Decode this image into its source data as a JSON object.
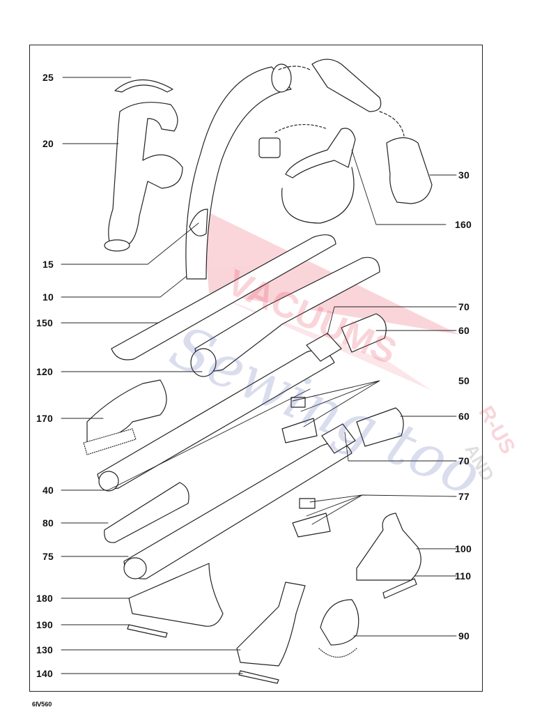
{
  "diagram": {
    "footer_code": "6Ⅳ560",
    "watermark": {
      "line1": "VACUUMS",
      "line2": "Sewing too",
      "line3": "R-US",
      "line4": "AND",
      "color_red": "#e8455a",
      "color_blue": "#4a5aa8"
    },
    "part_labels": [
      {
        "id": "25",
        "text": "25"
      },
      {
        "id": "20",
        "text": "20"
      },
      {
        "id": "30",
        "text": "30"
      },
      {
        "id": "160",
        "text": "160"
      },
      {
        "id": "15",
        "text": "15"
      },
      {
        "id": "10",
        "text": "10"
      },
      {
        "id": "150",
        "text": "150"
      },
      {
        "id": "70a",
        "text": "70"
      },
      {
        "id": "60a",
        "text": "60"
      },
      {
        "id": "120",
        "text": "120"
      },
      {
        "id": "50",
        "text": "50"
      },
      {
        "id": "170",
        "text": "170"
      },
      {
        "id": "60b",
        "text": "60"
      },
      {
        "id": "70b",
        "text": "70"
      },
      {
        "id": "40",
        "text": "40"
      },
      {
        "id": "77",
        "text": "77"
      },
      {
        "id": "80",
        "text": "80"
      },
      {
        "id": "100",
        "text": "100"
      },
      {
        "id": "75",
        "text": "75"
      },
      {
        "id": "110",
        "text": "110"
      },
      {
        "id": "180",
        "text": "180"
      },
      {
        "id": "190",
        "text": "190"
      },
      {
        "id": "90",
        "text": "90"
      },
      {
        "id": "130",
        "text": "130"
      },
      {
        "id": "140",
        "text": "140"
      }
    ]
  }
}
